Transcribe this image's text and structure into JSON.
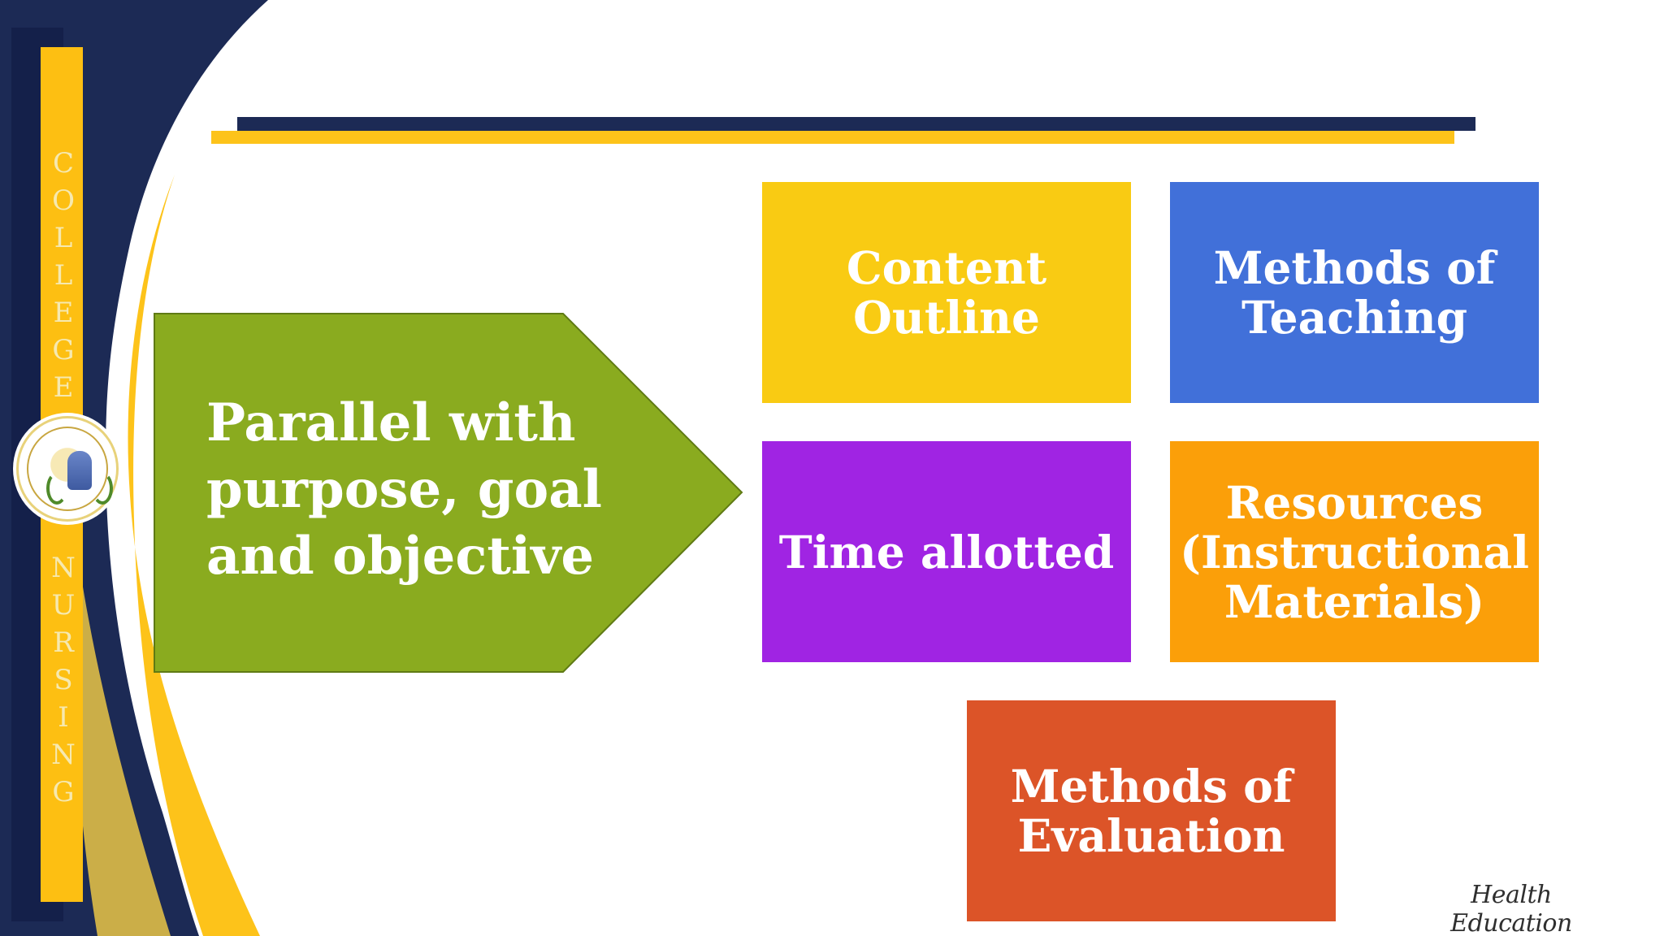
{
  "sidebar": {
    "word_top": [
      "C",
      "O",
      "L",
      "L",
      "E",
      "G",
      "E"
    ],
    "word_bottom": [
      "N",
      "U",
      "R",
      "S",
      "I",
      "N",
      "G"
    ]
  },
  "arrow": {
    "text": "Parallel with\npurpose, goal\nand objective",
    "color": "#8aab1f"
  },
  "boxes": [
    {
      "label": "Content\nOutline",
      "color": "#f9cb13"
    },
    {
      "label": "Methods of\nTeaching",
      "color": "#4170d9"
    },
    {
      "label": "Time allotted",
      "color": "#a024e3"
    },
    {
      "label": "Resources\n(Instructional\nMaterials)",
      "color": "#fb9f09"
    },
    {
      "label": "Methods of\nEvaluation",
      "color": "#dc5428"
    }
  ],
  "footer": {
    "brand": "Health Education"
  },
  "theme": {
    "navy": "#1c2a55",
    "gold": "#fdc31a"
  }
}
